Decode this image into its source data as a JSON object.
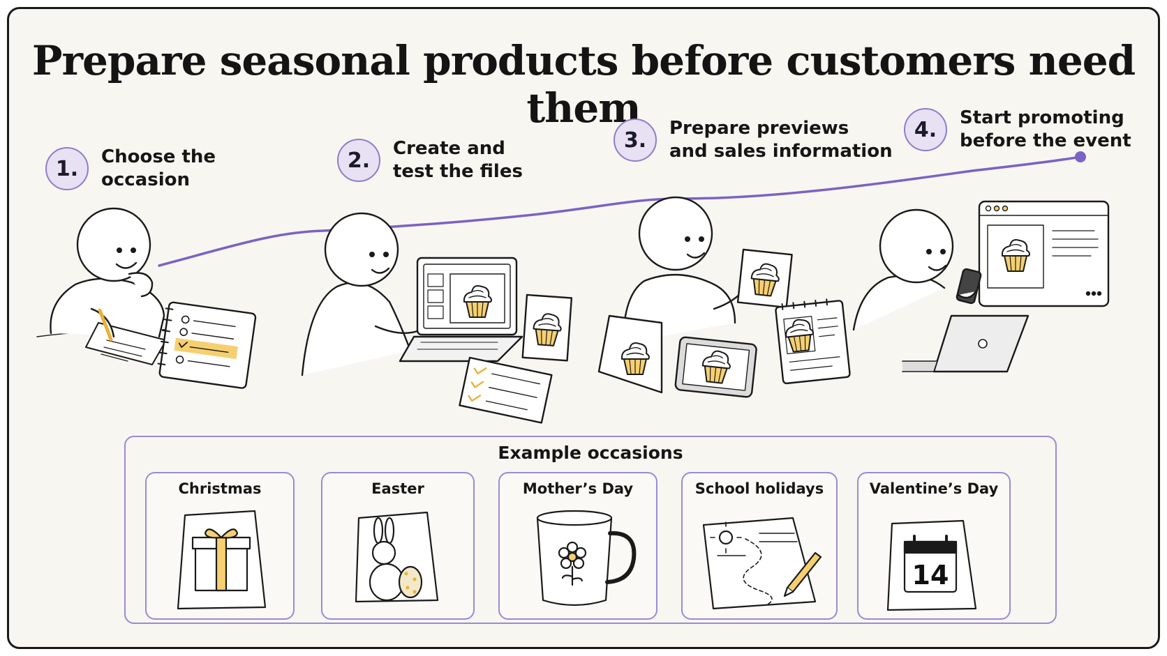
{
  "title": "Prepare seasonal products before customers need them",
  "colors": {
    "accent": "#7b62c4",
    "badge_fill": "#e7e1f3",
    "highlight": "#f6cf70",
    "ink": "#1a1a1a",
    "paper": "#f8f6f1"
  },
  "steps": [
    {
      "number": "1.",
      "label": "Choose the\noccasion"
    },
    {
      "number": "2.",
      "label": "Create and\ntest the files"
    },
    {
      "number": "3.",
      "label": "Prepare previews\nand sales information"
    },
    {
      "number": "4.",
      "label": "Start promoting\nbefore the event"
    }
  ],
  "examples": {
    "title": "Example occasions",
    "items": [
      {
        "label": "Christmas",
        "icon": "gift-card-icon"
      },
      {
        "label": "Easter",
        "icon": "bunny-egg-card-icon"
      },
      {
        "label": "Mother’s Day",
        "icon": "flower-mug-icon"
      },
      {
        "label": "School holidays",
        "icon": "activity-sheet-icon"
      },
      {
        "label": "Valentine’s Day",
        "icon": "calendar-card-icon",
        "calendar_date": "14"
      }
    ]
  }
}
